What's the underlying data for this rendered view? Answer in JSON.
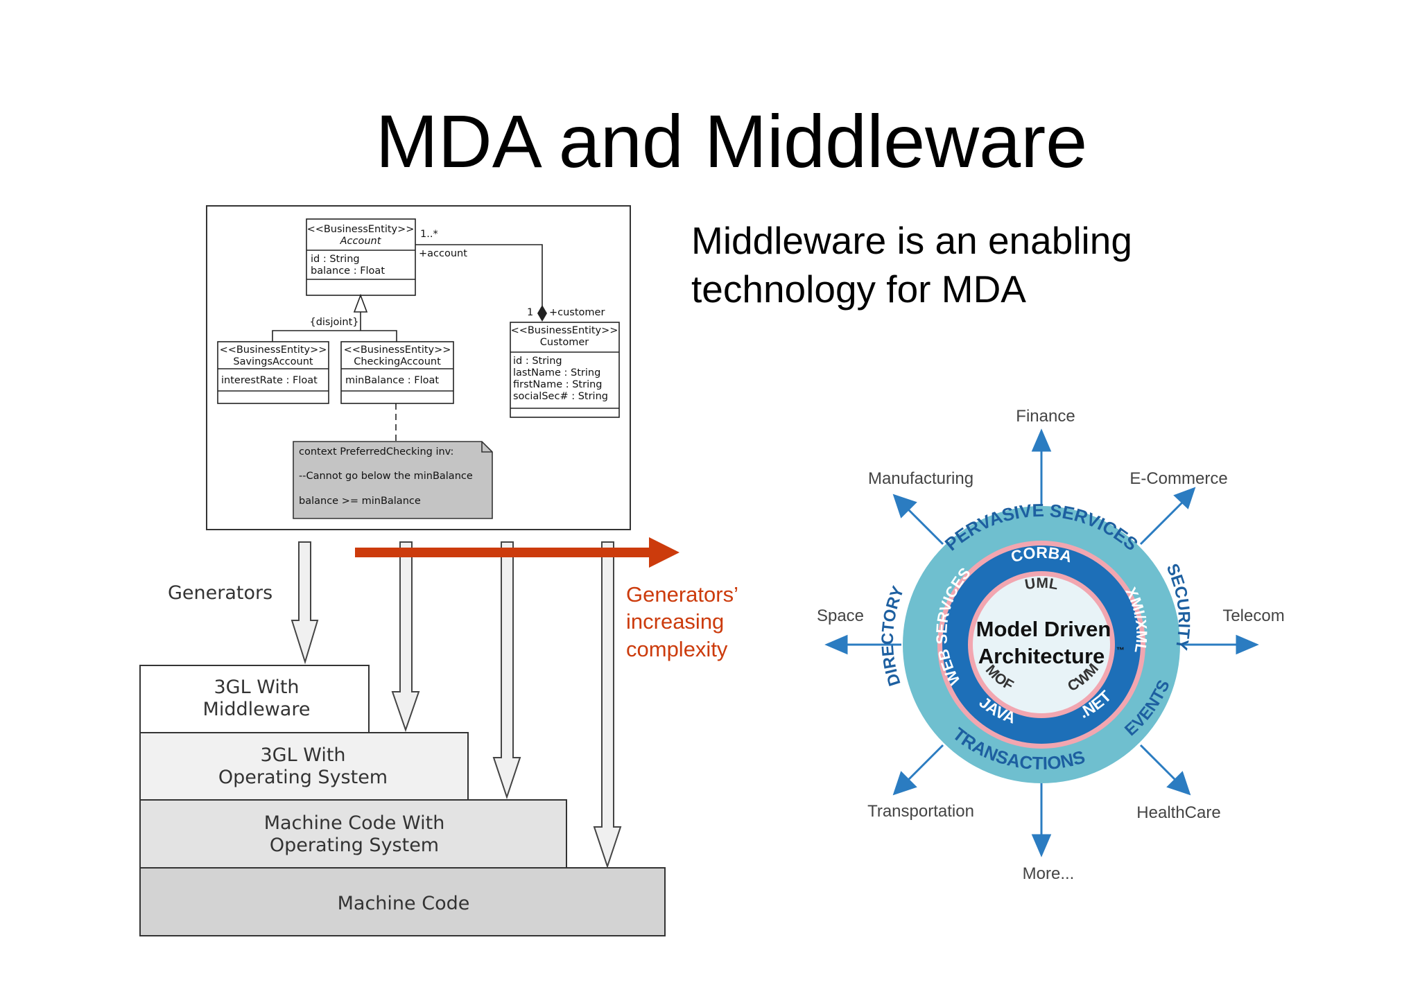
{
  "slide": {
    "title": "MDA and Middleware",
    "tagline_lines": [
      "Middleware is an enabling",
      "technology for MDA"
    ]
  },
  "uml": {
    "account": {
      "stereotype": "<<BusinessEntity>>",
      "name": "Account",
      "attrs": [
        "id : String",
        "balance : Float"
      ]
    },
    "savings": {
      "stereotype": "<<BusinessEntity>>",
      "name": "SavingsAccount",
      "attrs": [
        "interestRate : Float"
      ]
    },
    "checking": {
      "stereotype": "<<BusinessEntity>>",
      "name": "CheckingAccount",
      "attrs": [
        "minBalance : Float"
      ]
    },
    "customer": {
      "stereotype": "<<BusinessEntity>>",
      "name": "Customer",
      "attrs": [
        "id : String",
        "lastName : String",
        "firstName : String",
        "socialSec# : String"
      ]
    },
    "disjoint_label": "{disjoint}",
    "multiplicity_many": "1..*",
    "role_account": "+account",
    "multiplicity_one": "1",
    "role_customer": "+customer",
    "note_lines": [
      "context PreferredChecking inv:",
      "--Cannot go below the minBalance",
      "balance >= minBalance"
    ]
  },
  "layers": {
    "generators_label": "Generators",
    "items": [
      {
        "lines": [
          "3GL With",
          "Middleware"
        ],
        "fill": "#ffffff"
      },
      {
        "lines": [
          "3GL With",
          "Operating System"
        ],
        "fill": "#f1f1f1"
      },
      {
        "lines": [
          "Machine Code With",
          "Operating System"
        ],
        "fill": "#e3e3e3"
      },
      {
        "lines": [
          "Machine Code"
        ],
        "fill": "#d3d3d3"
      }
    ]
  },
  "complexity": {
    "lines": [
      "Generators’",
      "increasing",
      "complexity"
    ],
    "color": "#cc3b0c"
  },
  "mda": {
    "sectors": {
      "top": "Finance",
      "top_right": "E-Commerce",
      "right": "Telecom",
      "bottom_right": "HealthCare",
      "bottom": "More...",
      "bottom_left": "Transportation",
      "left": "Space",
      "top_left": "Manufacturing"
    },
    "outer_ring": {
      "top": "PERVASIVE SERVICES",
      "right": "SECURITY",
      "bottom_right": "EVENTS",
      "bottom": "TRANSACTIONS",
      "left": "DIRECTORY"
    },
    "middle_ring": {
      "top": "CORBA",
      "right": "XMI/XML",
      "bottom_right": ".NET",
      "bottom": "JAVA",
      "left": "WEB SERVICES"
    },
    "inner_ring": {
      "top": "UML",
      "bottom_left": "MOF",
      "bottom_right": "CWM"
    },
    "center_lines": [
      "Model Driven",
      "Architecture"
    ],
    "trademark": "™",
    "colors": {
      "outer": "#6fbfcf",
      "pink": "#f2a6b0",
      "blue": "#1d6fb8",
      "center": "#e8f3f7",
      "arrow": "#2b7cc1"
    }
  }
}
